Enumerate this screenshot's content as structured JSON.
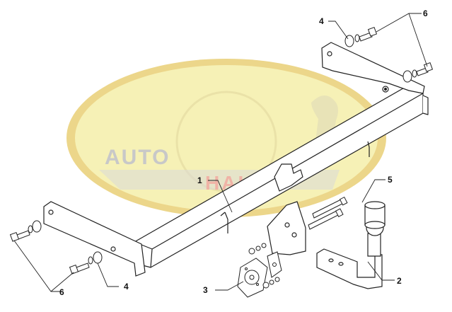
{
  "colors": {
    "watermark_fill": "#f6f1b6",
    "watermark_ring": "#e7cf77",
    "watermark_text": "#c9c9c9",
    "watermark_red": "#f0b3a6",
    "line": "#222222"
  },
  "watermark": {
    "word_left": "AUTO",
    "word_right": "HAK"
  },
  "callouts": [
    {
      "id": "1",
      "label": "1"
    },
    {
      "id": "2",
      "label": "2"
    },
    {
      "id": "3",
      "label": "3"
    },
    {
      "id": "4a",
      "label": "4"
    },
    {
      "id": "4b",
      "label": "4"
    },
    {
      "id": "5",
      "label": "5"
    },
    {
      "id": "6a",
      "label": "6"
    },
    {
      "id": "6b",
      "label": "6"
    }
  ]
}
